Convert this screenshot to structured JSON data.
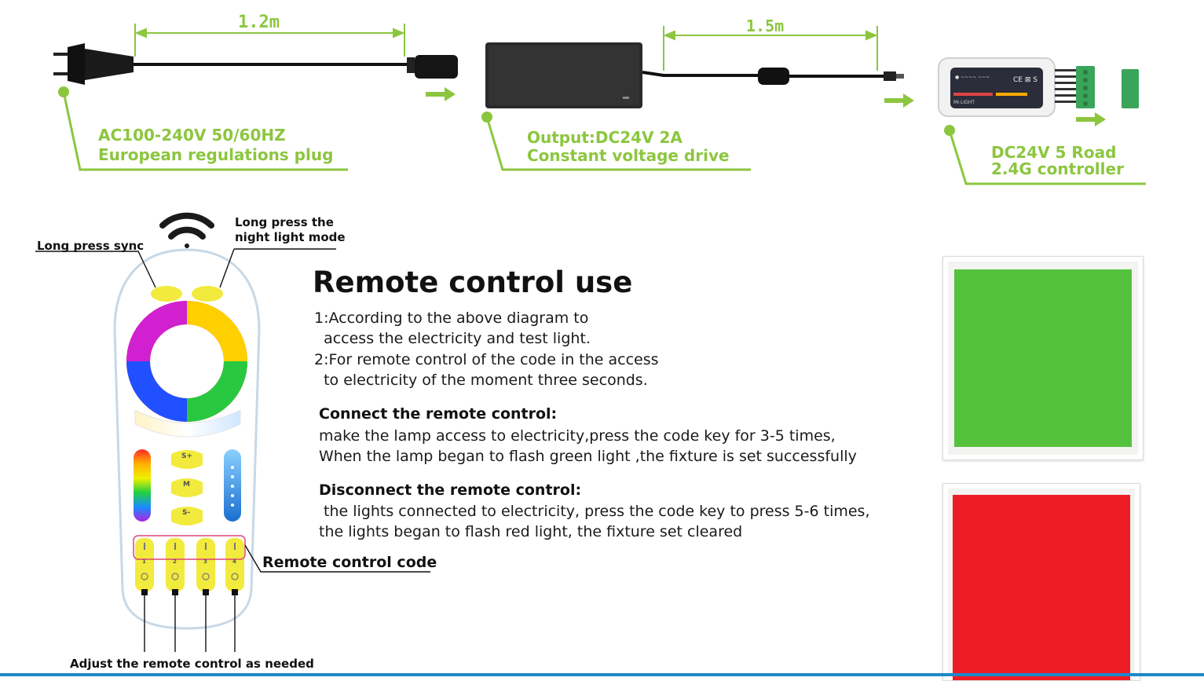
{
  "colors": {
    "accent_green": "#8cc63f",
    "light_green": "#55c23d",
    "light_red": "#ee1c25",
    "bottom_rule": "#1e88c9"
  },
  "cables": {
    "plug_length": "1.2m",
    "adapter_length": "1.5m"
  },
  "components": {
    "plug": {
      "line1": "AC100-240V 50/60HZ",
      "line2": "European regulations plug",
      "icon": "eu-plug-icon"
    },
    "adapter": {
      "line1": "Output:DC24V 2A",
      "line2": "Constant voltage drive",
      "icon": "power-adapter-icon"
    },
    "controller": {
      "line1": "DC24V 5 Road",
      "line2": "2.4G controller",
      "icon": "controller-icon"
    }
  },
  "remote": {
    "callout_sync": "Long press sync",
    "callout_night_line1": "Long press the",
    "callout_night_line2": "night light mode",
    "callout_code": "Remote control code",
    "callout_adjust": "Adjust the remote control as needed",
    "button_speed_up": "S+",
    "button_mode": "M",
    "button_speed_down": "S-",
    "zone_numbers": [
      "1",
      "2",
      "3",
      "4"
    ],
    "wifi_icon": "wireless-signal-icon"
  },
  "instructions": {
    "title": "Remote control use",
    "step1_line1": "1:According to the above diagram to",
    "step1_line2": "  access the electricity and test light.",
    "step2_line1": "2:For remote control of the code in the access",
    "step2_line2": "  to electricity of the moment three seconds.",
    "connect_heading": "Connect the remote control:",
    "connect_line1": "make the lamp access to electricity,press the code key for 3-5 times,",
    "connect_line2": "When the lamp began to flash green light ,the fixture is set successfully",
    "disconnect_heading": "Disconnect the remote control:",
    "disconnect_line1": " the lights connected to electricity, press the code key to press 5-6 times,",
    "disconnect_line2": "the lights began to flash red light, the fixture set cleared"
  }
}
